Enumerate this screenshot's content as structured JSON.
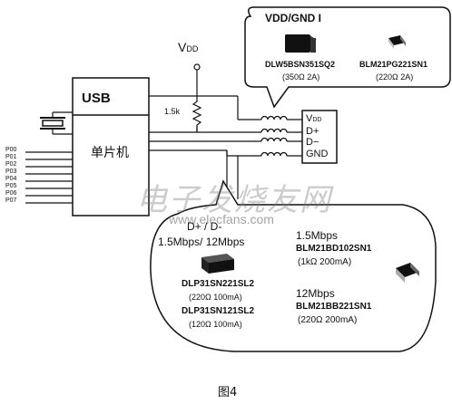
{
  "usb_block": {
    "label": "USB",
    "chip_label": "单片机",
    "ports": [
      "P00",
      "P01",
      "P02",
      "P03",
      "P04",
      "P05",
      "P06",
      "P07"
    ]
  },
  "power": {
    "vdd_label": "V",
    "vdd_sub": "DD",
    "resistor_label": "1.5k"
  },
  "connector": {
    "pins": [
      {
        "main": "V",
        "sub": "DD"
      },
      {
        "main": "D+",
        "sub": ""
      },
      {
        "main": "D−",
        "sub": ""
      },
      {
        "main": "GND",
        "sub": ""
      }
    ]
  },
  "vdd_gnd_callout": {
    "title": "VDD/GND I",
    "parts": [
      {
        "part": "DLW5BSN351SQ2",
        "spec": "(350Ω 2A)"
      },
      {
        "part": "BLM21PG221SN1",
        "spec": "(220Ω 2A)"
      }
    ]
  },
  "data_callout": {
    "title": "D+ / D-",
    "rate": "1.5Mbps/ 12Mbps",
    "dlp_parts": [
      {
        "part": "DLP31SN221SL2",
        "spec": "(220Ω  100mA)"
      },
      {
        "part": "DLP31SN121SL2",
        "spec": "(120Ω  100mA)"
      }
    ],
    "low_speed": {
      "rate": "1.5Mbps",
      "part": "BLM21BD102SN1",
      "spec": "(1kΩ 200mA)"
    },
    "full_speed": {
      "rate": "12Mbps",
      "part": "BLM21BB221SN1",
      "spec": "(220Ω 200mA)"
    }
  },
  "watermark": {
    "cn": "电子发烧友网",
    "url": "www.elecfans.com"
  },
  "caption": "图4"
}
